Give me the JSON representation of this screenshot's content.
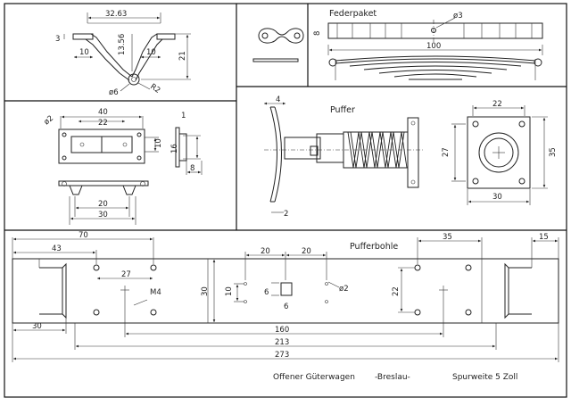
{
  "labels": {
    "federpaket": "Federpaket",
    "puffer": "Puffer",
    "pufferbohle": "Pufferbohle"
  },
  "title_block": {
    "name": "Offener Güterwagen",
    "origin": "-Breslau-",
    "gauge": "Spurweite 5 Zoll"
  },
  "dims": {
    "bracket": {
      "w": "32.63",
      "t": "3",
      "a": "10",
      "b": "10",
      "c": "13.56",
      "h": "21",
      "hole": "ø6",
      "r": "R2"
    },
    "spring": {
      "hole": "ø3",
      "d8": "8",
      "len": "100"
    },
    "plate": {
      "hole": "ø2",
      "w40": "40",
      "w22": "22",
      "h10": "10",
      "h16": "16",
      "t1": "1",
      "w8": "8",
      "w20": "20",
      "w30": "30"
    },
    "buffer": {
      "d4": "4",
      "d2": "2",
      "s22": "22",
      "s27": "27",
      "s35": "35",
      "s30": "30"
    },
    "beam": {
      "d70": "70",
      "d43": "43",
      "d27": "27",
      "m4": "M4",
      "d20a": "20",
      "d20b": "20",
      "d30h": "30",
      "d10": "10",
      "d6a": "6",
      "d6b": "6",
      "hole": "ø2",
      "d35": "35",
      "d15": "15",
      "d22": "22",
      "d30": "30",
      "d160": "160",
      "d213": "213",
      "d273": "273"
    }
  }
}
